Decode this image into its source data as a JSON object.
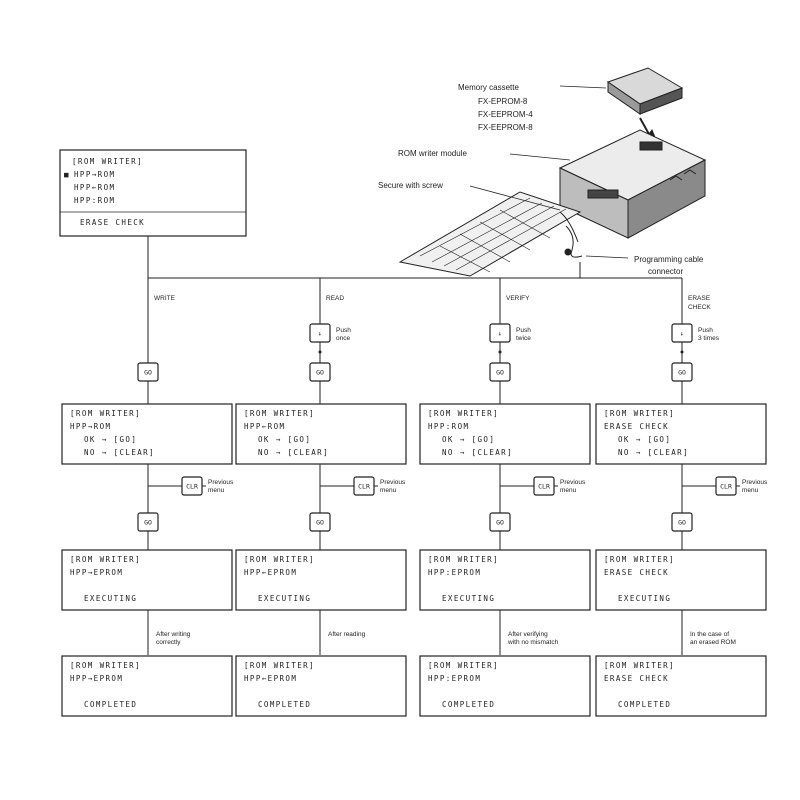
{
  "device": {
    "cassette_title": "Memory cassette",
    "cassette_models": [
      "FX-EPROM-8",
      "FX-EEPROM-4",
      "FX-EEPROM-8"
    ],
    "module_label": "ROM writer module",
    "screw_label": "Secure with screw",
    "cable_label": [
      "Programming cable",
      "connector"
    ]
  },
  "main_menu": {
    "lines": [
      "[ROM WRITER]",
      "HPP→ROM",
      "HPP←ROM",
      "HPP:ROM"
    ],
    "footer": "ERASE CHECK",
    "cursor": "■"
  },
  "keys": {
    "go": "GO",
    "down": "↓",
    "clear": "CLR"
  },
  "previous_menu": [
    "Previous",
    "menu"
  ],
  "branches": [
    {
      "label": [
        "WRITE"
      ],
      "push": null,
      "confirm": [
        "[ROM WRITER]",
        "HPP→ROM",
        "OK  → [GO]",
        "NO  → [CLEAR]"
      ],
      "exec": [
        "[ROM WRITER]",
        "HPP→EPROM",
        "",
        "EXECUTING"
      ],
      "note": [
        "After writing",
        "correctly"
      ],
      "done": [
        "[ROM WRITER]",
        "HPP→EPROM",
        "",
        "COMPLETED"
      ]
    },
    {
      "label": [
        "READ"
      ],
      "push": [
        "Push",
        "once"
      ],
      "confirm": [
        "[ROM WRITER]",
        "HPP←ROM",
        "OK  → [GO]",
        "NO  → [CLEAR]"
      ],
      "exec": [
        "[ROM WRITER]",
        "HPP←EPROM",
        "",
        "EXECUTING"
      ],
      "note": [
        "After reading"
      ],
      "done": [
        "[ROM WRITER]",
        "HPP←EPROM",
        "",
        "COMPLETED"
      ]
    },
    {
      "label": [
        "VERIFY"
      ],
      "push": [
        "Push",
        "twice"
      ],
      "confirm": [
        "[ROM WRITER]",
        "HPP:ROM",
        "OK  → [GO]",
        "NO  → [CLEAR]"
      ],
      "exec": [
        "[ROM WRITER]",
        "HPP:EPROM",
        "",
        "EXECUTING"
      ],
      "note": [
        "After verifying",
        "with no mismatch"
      ],
      "done": [
        "[ROM WRITER]",
        "HPP:EPROM",
        "",
        "COMPLETED"
      ]
    },
    {
      "label": [
        "ERASE",
        "CHECK"
      ],
      "push": [
        "Push",
        "3 times"
      ],
      "confirm": [
        "[ROM WRITER]",
        "ERASE CHECK",
        "OK  → [GO]",
        "NO  → [CLEAR]"
      ],
      "exec": [
        "[ROM WRITER]",
        "ERASE CHECK",
        "",
        "EXECUTING"
      ],
      "note": [
        "In the case of",
        "an erased ROM"
      ],
      "done": [
        "[ROM WRITER]",
        "ERASE CHECK",
        "",
        "COMPLETED"
      ]
    }
  ]
}
